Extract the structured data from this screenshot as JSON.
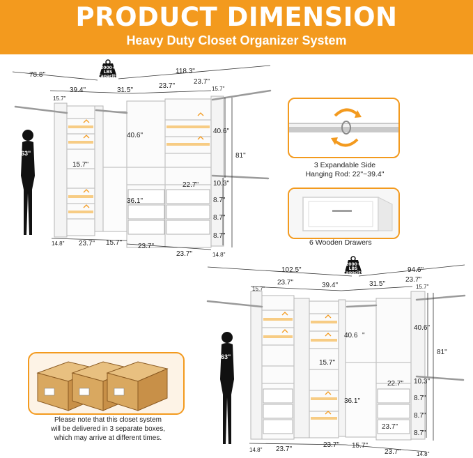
{
  "header": {
    "title": "PRODUCT DIMENSION",
    "subtitle": "Heavy Duty Closet Organizer System"
  },
  "capacity_badge": {
    "line1": "2000+",
    "line2": "LBS",
    "line3": "Capacity"
  },
  "person": {
    "height_label": "63\""
  },
  "top_diagram": {
    "overall_left": "78.8\"",
    "overall_right": "118.3\"",
    "top_widths": [
      "39.4\"",
      "31.5\"",
      "23.7\"",
      "23.7\""
    ],
    "depth_left": "15.7\"",
    "depth_right": "15.7\"",
    "inner_depth": "15.7\"",
    "tower_height_left": "40.6\"",
    "tower_height_right": "40.6\"",
    "total_height": "81\"",
    "lower_height": "36.1\"",
    "drawer_width": "22.7\"",
    "gap": "10.3\"",
    "drawer_heights": [
      "8.7\"",
      "8.7\"",
      "8.7\""
    ],
    "bottom_widths": [
      "14.8\"",
      "23.7\"",
      "15.7\"",
      "23.7\""
    ],
    "bottom_right": "23.7\"",
    "bottom_depth": "14.8\""
  },
  "bottom_diagram": {
    "overall_left": "102.5\"",
    "overall_right": "94.6\"",
    "top_widths": [
      "23.7\"",
      "39.4\"",
      "31.5\"",
      "23.7\""
    ],
    "depth_left": "15.7\"",
    "depth_right": "15.7\"",
    "tower_height_left": "40.6",
    "tower_height_left_mark": "\"",
    "tower_height_right": "40.6\"",
    "total_height": "81\"",
    "inner_depth": "15.7\"",
    "lower_height": "36.1\"",
    "drawer_width": "22.7\"",
    "gap": "10.3\"",
    "drawer_heights": [
      "8.7\"",
      "8.7\"",
      "8.7\""
    ],
    "side_width": "23.7\"",
    "bottom_widths": [
      "14.8\"",
      "23.7\"",
      "23.7\"",
      "15.7\"",
      "23.7\""
    ],
    "bottom_depth": "14.8\""
  },
  "features": {
    "rod_caption_line1": "3 Expandable Side",
    "rod_caption_line2": "Hanging Rod: 22\"~39.4\"",
    "drawer_caption": "6 Wooden Drawers"
  },
  "shipping_note": {
    "line1": "Please note that this closet system",
    "line2": "will be delivered in 3 separate boxes,",
    "line3": "which may arrive at different times."
  },
  "colors": {
    "accent": "#f39a1e",
    "arrow": "#f5a623",
    "panel": "#f4f4f4",
    "outline": "#b5b5b5",
    "box": "#d9a860"
  }
}
